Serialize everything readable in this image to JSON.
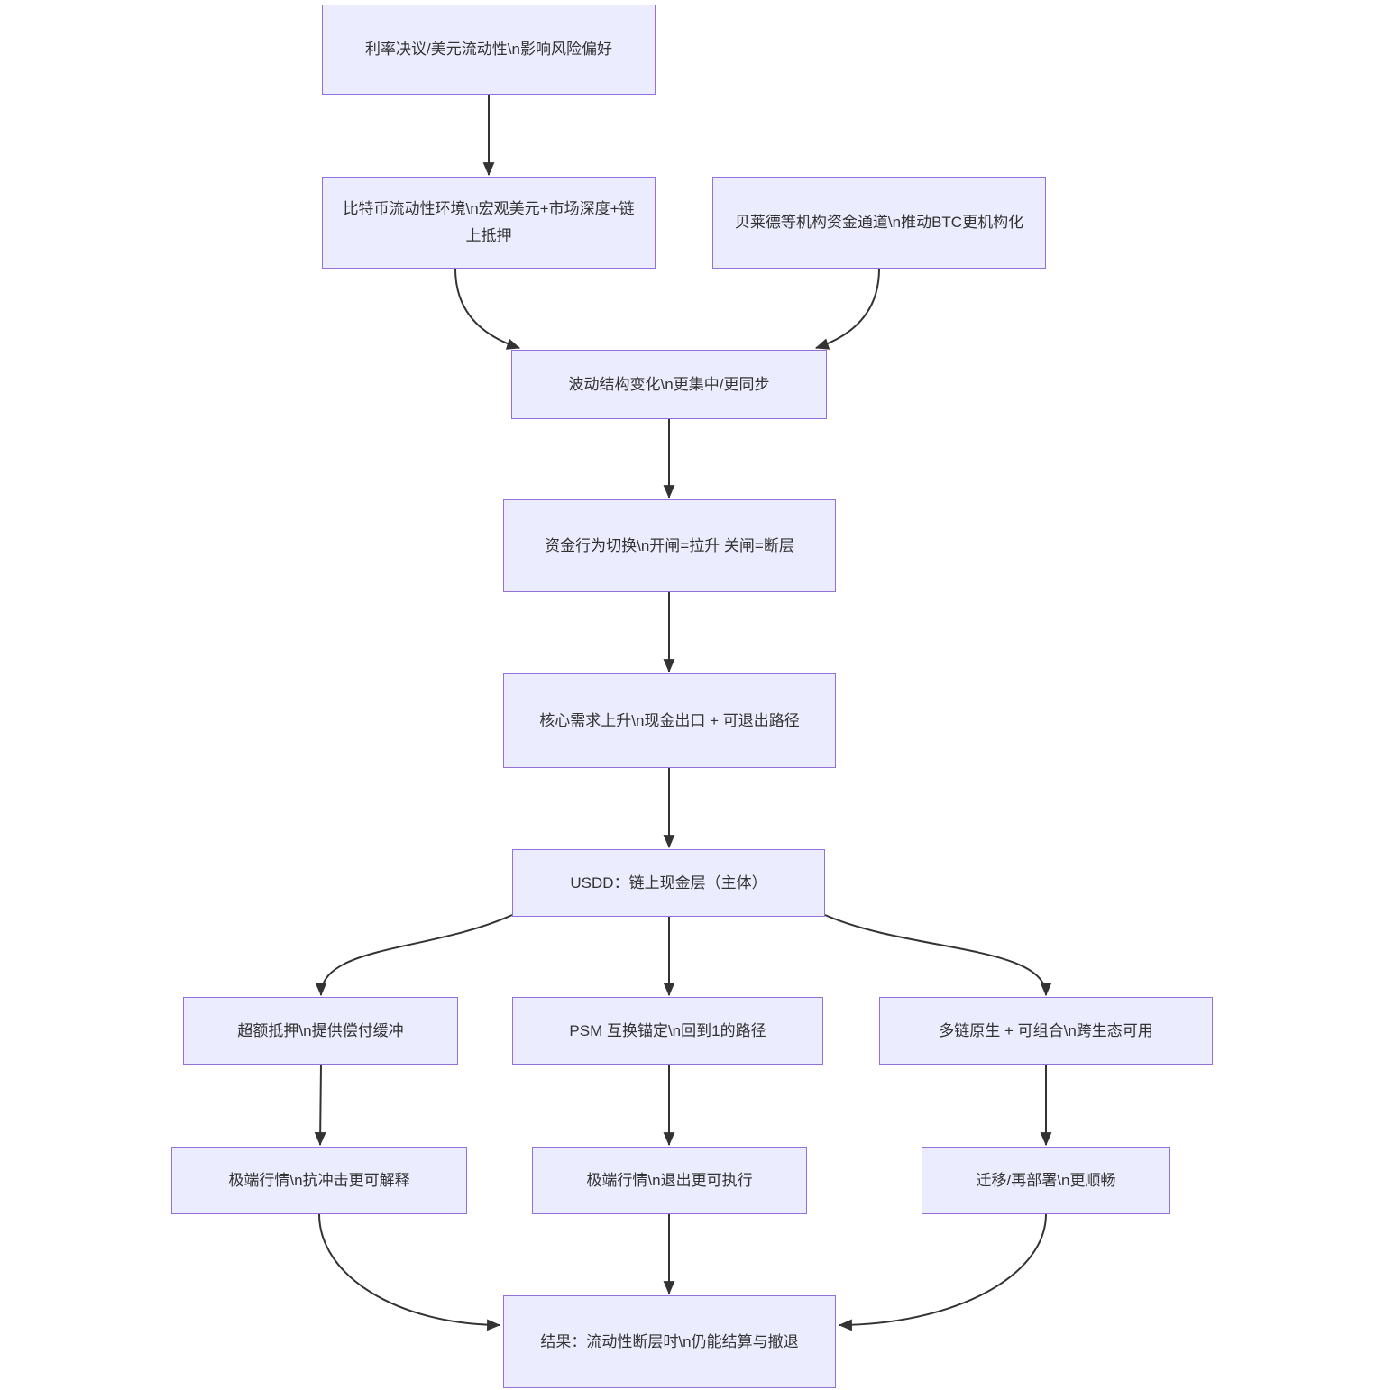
{
  "diagram": {
    "type": "flowchart",
    "direction": "top-down",
    "colors": {
      "node_fill": "#ECECFF",
      "node_border": "#9370DB",
      "edge_stroke": "#333333",
      "text": "#333333",
      "background": "#FFFFFF"
    },
    "nodes": [
      {
        "id": "rates",
        "label": "利率决议/美元流动性\\n影响风险偏好"
      },
      {
        "id": "btc-liquidity-env",
        "label": "比特币流动性环境\\n宏观美元+市场深度+链上抵押"
      },
      {
        "id": "blackrock-channel",
        "label": "贝莱德等机构资金通道\\n推动BTC更机构化"
      },
      {
        "id": "volatility-structure",
        "label": "波动结构变化\\n更集中/更同步"
      },
      {
        "id": "capital-behavior",
        "label": "资金行为切换\\n开闸=拉升 关闸=断层"
      },
      {
        "id": "core-demand",
        "label": "核心需求上升\\n现金出口 + 可退出路径"
      },
      {
        "id": "usdd",
        "label": "USDD：链上现金层（主体）"
      },
      {
        "id": "overcollateral",
        "label": "超额抵押\\n提供偿付缓冲"
      },
      {
        "id": "psm",
        "label": "PSM 互换锚定\\n回到1的路径"
      },
      {
        "id": "multichain",
        "label": "多链原生 + 可组合\\n跨生态可用"
      },
      {
        "id": "extreme-shock",
        "label": "极端行情\\n抗冲击更可解释"
      },
      {
        "id": "extreme-exit",
        "label": "极端行情\\n退出更可执行"
      },
      {
        "id": "migration",
        "label": "迁移/再部署\\n更顺畅"
      },
      {
        "id": "result",
        "label": "结果：流动性断层时\\n仍能结算与撤退"
      }
    ],
    "edges": [
      {
        "from": "rates",
        "to": "btc-liquidity-env"
      },
      {
        "from": "btc-liquidity-env",
        "to": "volatility-structure"
      },
      {
        "from": "blackrock-channel",
        "to": "volatility-structure"
      },
      {
        "from": "volatility-structure",
        "to": "capital-behavior"
      },
      {
        "from": "capital-behavior",
        "to": "core-demand"
      },
      {
        "from": "core-demand",
        "to": "usdd"
      },
      {
        "from": "usdd",
        "to": "overcollateral"
      },
      {
        "from": "usdd",
        "to": "psm"
      },
      {
        "from": "usdd",
        "to": "multichain"
      },
      {
        "from": "overcollateral",
        "to": "extreme-shock"
      },
      {
        "from": "psm",
        "to": "extreme-exit"
      },
      {
        "from": "multichain",
        "to": "migration"
      },
      {
        "from": "extreme-shock",
        "to": "result"
      },
      {
        "from": "extreme-exit",
        "to": "result"
      },
      {
        "from": "migration",
        "to": "result"
      }
    ]
  }
}
